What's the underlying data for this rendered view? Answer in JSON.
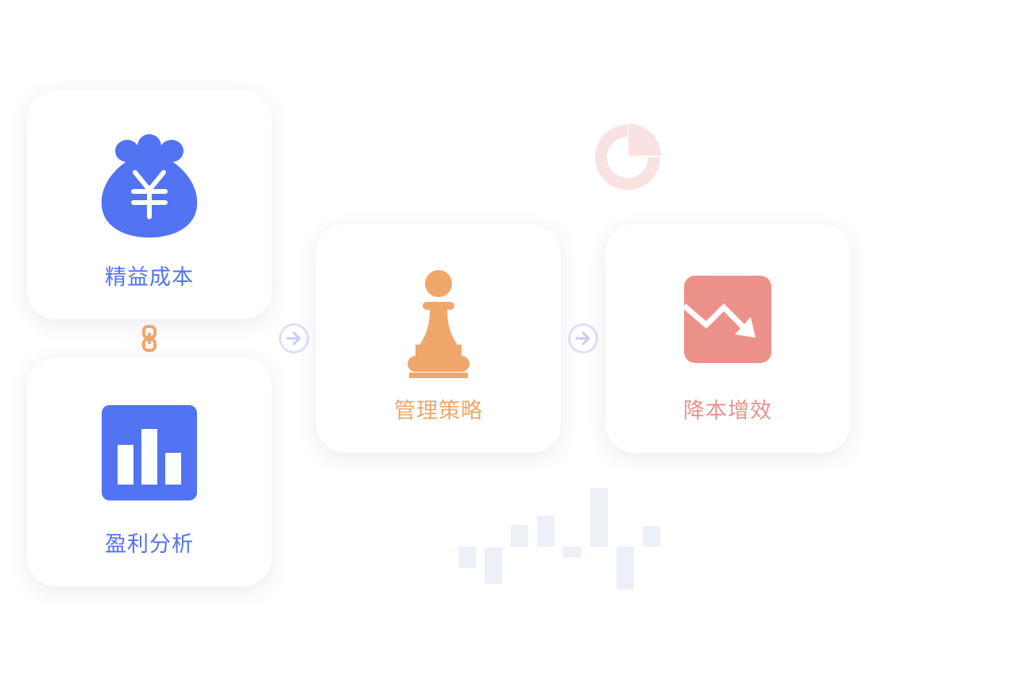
{
  "cards": {
    "cost": {
      "label": "精益成本",
      "icon": "money-bag-yen-icon"
    },
    "profit": {
      "label": "盈利分析",
      "icon": "bar-chart-icon"
    },
    "strategy": {
      "label": "管理策略",
      "icon": "chess-pawn-icon"
    },
    "result": {
      "label": "降本增效",
      "icon": "trend-down-icon"
    }
  },
  "colors": {
    "blue": "#5273F2",
    "orange": "#F0A76C",
    "red": "#EC918A",
    "connector": "#DDE0FB",
    "deco_pie": "#F8E2E2",
    "deco_bars": "#EEF0F8"
  },
  "connectors": [
    "arrow-right-icon",
    "arrow-right-icon",
    "link-chain-icon"
  ]
}
